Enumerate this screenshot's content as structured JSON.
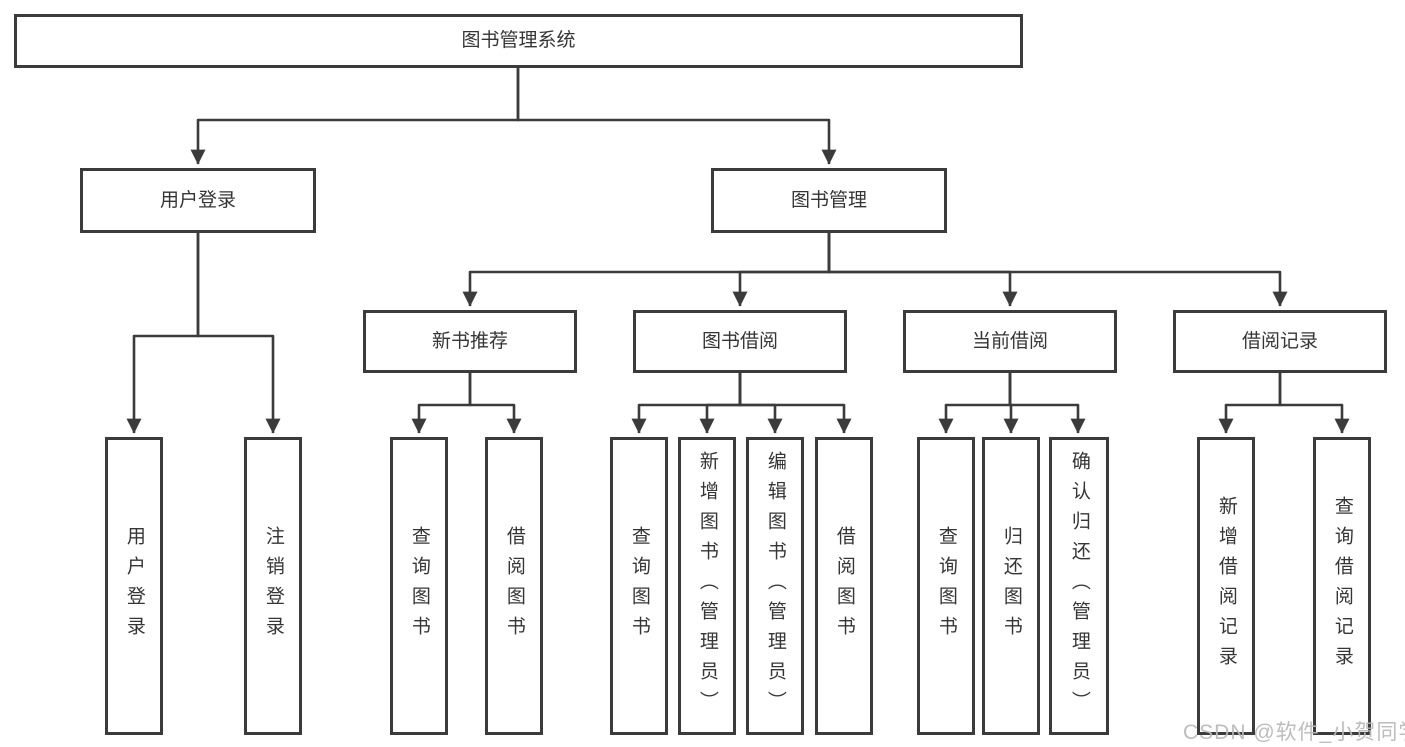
{
  "diagram": {
    "type": "hierarchy-tree",
    "title": "图书管理系统",
    "colors": {
      "line": "#3b3b3b",
      "border": "#3b3b3b",
      "text": "#353535",
      "background": "#ffffff",
      "watermark": "#b9b9b9"
    },
    "nodes": {
      "root": {
        "label": "图书管理系统"
      },
      "user_login": {
        "label": "用户登录"
      },
      "book_mgmt": {
        "label": "图书管理"
      },
      "ul_login": {
        "label": "用户登录"
      },
      "ul_logout": {
        "label": "注销登录"
      },
      "new_rec": {
        "label": "新书推荐"
      },
      "borrow": {
        "label": "图书借阅"
      },
      "current": {
        "label": "当前借阅"
      },
      "records": {
        "label": "借阅记录"
      },
      "nr_query": {
        "label": "查询图书"
      },
      "nr_borrow": {
        "label": "借阅图书"
      },
      "bw_query": {
        "label": "查询图书"
      },
      "bw_add": {
        "label": "新增图书（管理员）"
      },
      "bw_edit": {
        "label": "编辑图书（管理员）"
      },
      "bw_borrow": {
        "label": "借阅图书"
      },
      "cu_query": {
        "label": "查询图书"
      },
      "cu_return": {
        "label": "归还图书"
      },
      "cu_confirm": {
        "label": "确认归还（管理员）"
      },
      "rc_add": {
        "label": "新增借阅记录"
      },
      "rc_query": {
        "label": "查询借阅记录"
      }
    },
    "hierarchy": {
      "图书管理系统": [
        "用户登录",
        "图书管理"
      ],
      "用户登录": [
        "用户登录",
        "注销登录"
      ],
      "图书管理": [
        "新书推荐",
        "图书借阅",
        "当前借阅",
        "借阅记录"
      ],
      "新书推荐": [
        "查询图书",
        "借阅图书"
      ],
      "图书借阅": [
        "查询图书",
        "新增图书（管理员）",
        "编辑图书（管理员）",
        "借阅图书"
      ],
      "当前借阅": [
        "查询图书",
        "归还图书",
        "确认归还（管理员）"
      ],
      "借阅记录": [
        "新增借阅记录",
        "查询借阅记录"
      ]
    },
    "watermark": "CSDN @软件_小贺同学"
  }
}
